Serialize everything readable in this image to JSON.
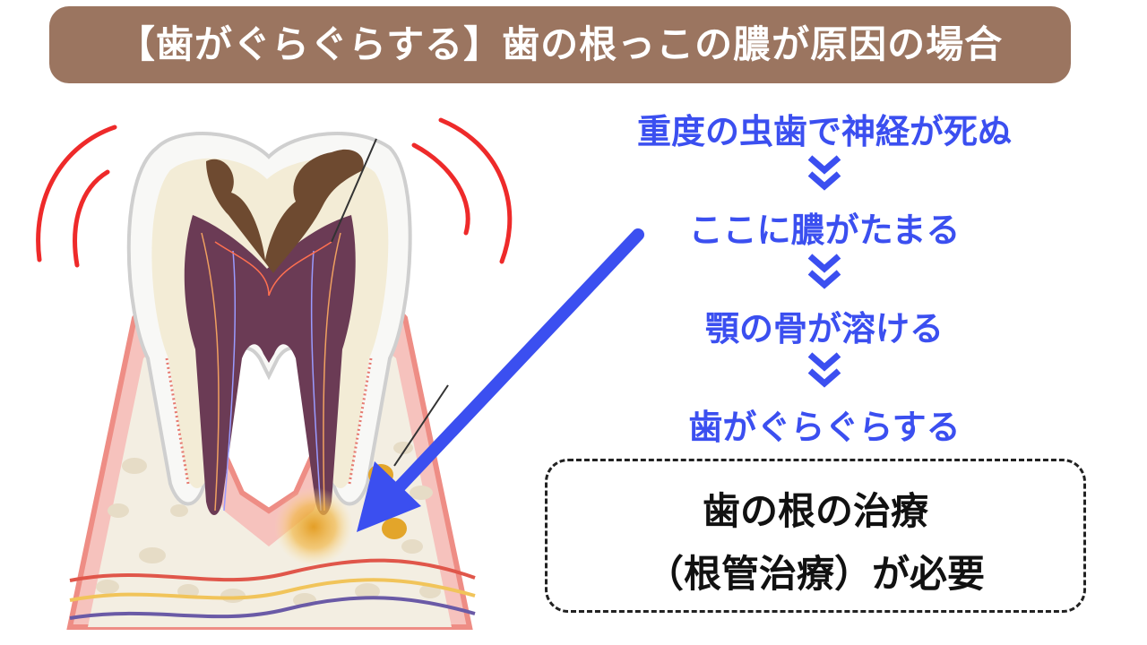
{
  "title": "【歯がぐらぐらする】歯の根っこの膿が原因の場合",
  "steps": [
    "重度の虫歯で神経が死ぬ",
    "ここに膿がたまる",
    "顎の骨が溶ける",
    "歯がぐらぐらする"
  ],
  "chevron_icon": "double-chevron-down-icon",
  "treatment": {
    "line1": "歯の根の治療",
    "line2": "（根管治療）が必要"
  },
  "colors": {
    "title_bg": "#9b7560",
    "step_text": "#3b4ff0",
    "arrow": "#3b4ff0",
    "shake_lines": "#ee2a2a",
    "gum": "#f2a6a0",
    "pus": "#e3a52a"
  }
}
